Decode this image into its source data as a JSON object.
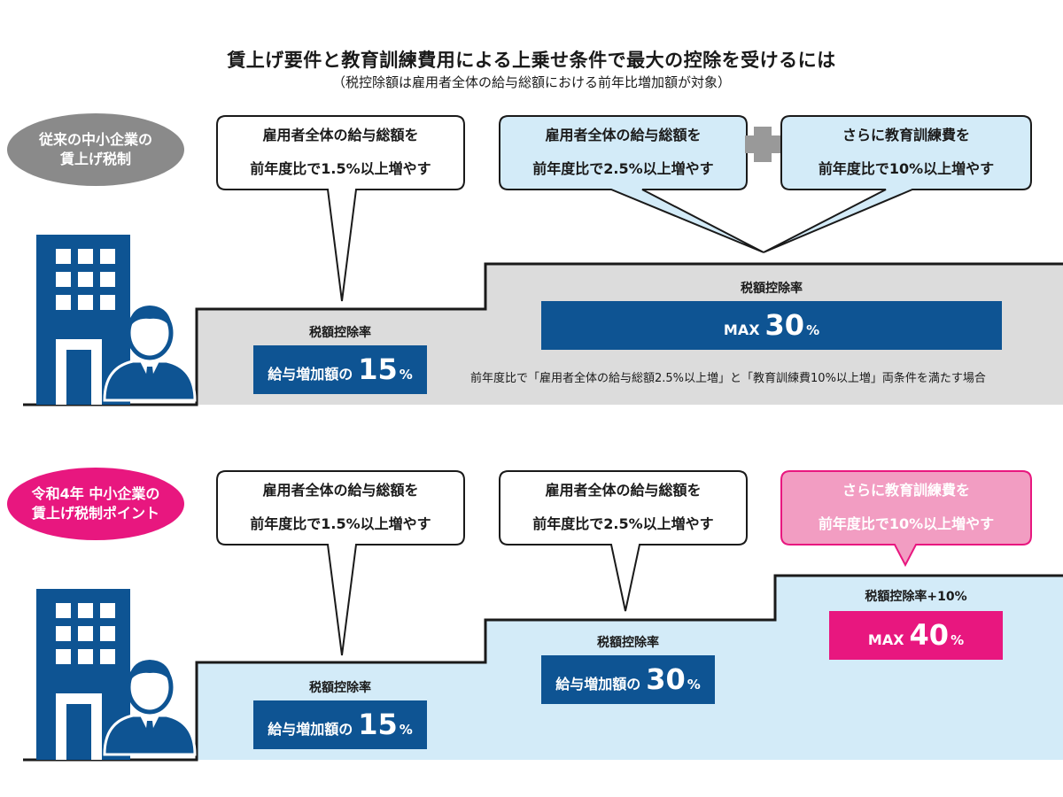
{
  "header": {
    "title": "賃上げ要件と教育訓練費用による上乗せ条件で最大の控除を受けるには",
    "subtitle": "（税控除額は雇用者全体の給与総額における前年比増加額が対象）"
  },
  "colors": {
    "navy": "#0e5493",
    "gray_badge": "#8a8a8a",
    "pink": "#e8177f",
    "pink_light": "#f29dc2",
    "blue_light": "#d3ebf8",
    "gray_area": "#dcdcdc",
    "plus_gray": "#999999"
  },
  "section_top": {
    "badge": {
      "line1": "従来の中小企業の",
      "line2": "賃上げ税制"
    },
    "bubble_1": {
      "line1": "雇用者全体の給与総額を",
      "line2": "前年度比で1.5%以上増やす"
    },
    "bubble_2": {
      "line1": "雇用者全体の給与総額を",
      "line2": "前年度比で2.5%以上増やす"
    },
    "bubble_3": {
      "line1": "さらに教育訓練費を",
      "line2": "前年度比で10%以上増やす"
    },
    "step_1": {
      "label": "税額控除率",
      "prefix": "給与増加額の",
      "value": "15",
      "unit": "%"
    },
    "step_2": {
      "label": "税額控除率",
      "prefix": "MAX",
      "value": "30",
      "unit": "%"
    },
    "note": "前年度比で「雇用者全体の給与総額2.5%以上増」と「教育訓練費10%以上増」両条件を満たす場合"
  },
  "section_bottom": {
    "badge": {
      "line1": "令和4年 中小企業の",
      "line2": "賃上げ税制ポイント"
    },
    "bubble_1": {
      "line1": "雇用者全体の給与総額を",
      "line2": "前年度比で1.5%以上増やす"
    },
    "bubble_2": {
      "line1": "雇用者全体の給与総額を",
      "line2": "前年度比で2.5%以上増やす"
    },
    "bubble_3": {
      "line1": "さらに教育訓練費を",
      "line2": "前年度比で10%以上増やす"
    },
    "step_1": {
      "label": "税額控除率",
      "prefix": "給与増加額の",
      "value": "15",
      "unit": "%"
    },
    "step_2": {
      "label": "税額控除率",
      "prefix": "給与増加額の",
      "value": "30",
      "unit": "%"
    },
    "step_3": {
      "label": "税額控除率+10%",
      "prefix": "MAX",
      "value": "40",
      "unit": "%"
    }
  }
}
